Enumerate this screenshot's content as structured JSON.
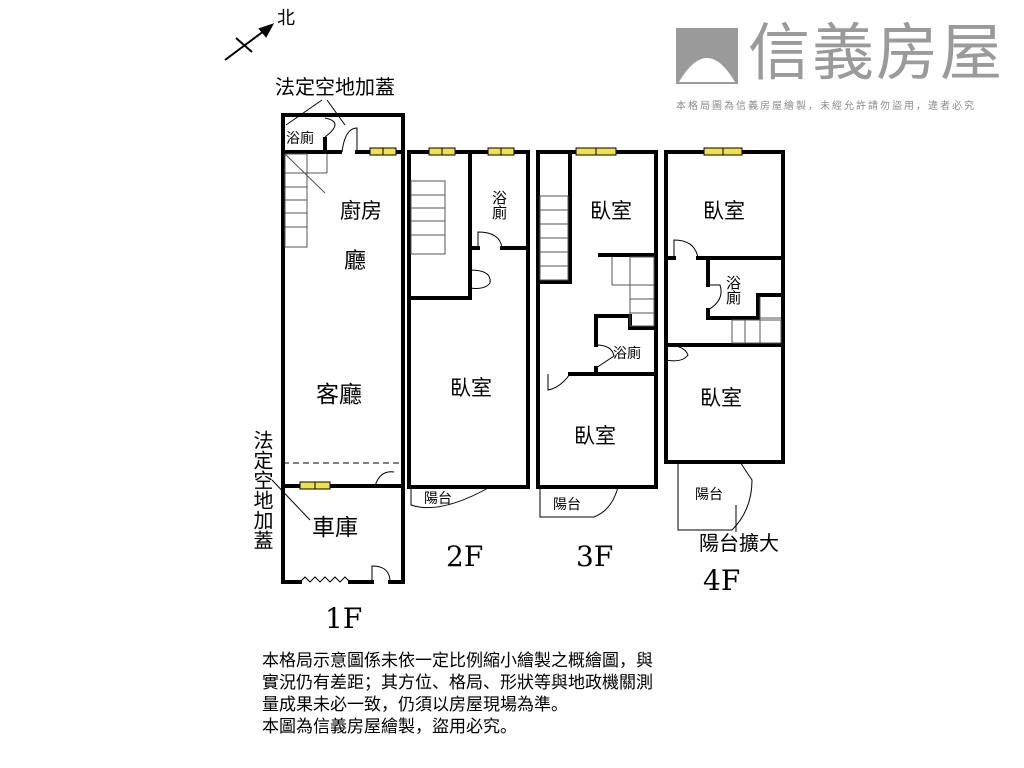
{
  "compass": {
    "label": "北"
  },
  "watermark": {
    "brand": "信義房屋",
    "notice": "本格局圖為信義房屋繪製，未經允許請勿盜用，違者必究"
  },
  "floors": {
    "f1": {
      "name": "1F",
      "rooms": {
        "annex_top": "法定空地加蓋",
        "bath": "浴廁",
        "kitchen": "廚房",
        "hall": "廳",
        "living": "客廳",
        "garage": "車庫",
        "annex_side": "法定空地加蓋"
      }
    },
    "f2": {
      "name": "2F",
      "rooms": {
        "bath": "浴廁",
        "bedroom": "臥室",
        "balcony": "陽台"
      }
    },
    "f3": {
      "name": "3F",
      "rooms": {
        "bedroom1": "臥室",
        "bath": "浴廁",
        "bedroom2": "臥室",
        "balcony": "陽台"
      }
    },
    "f4": {
      "name": "4F",
      "rooms": {
        "bedroom1": "臥室",
        "bath": "浴廁",
        "bedroom2": "臥室",
        "balcony": "陽台",
        "balcony_ext": "陽台擴大"
      }
    }
  },
  "notes": [
    "本格局示意圖係未依一定比例縮小繪製之概繪圖，與",
    "實況仍有差距；其方位、格局、形狀等與地政機關測",
    "量成果未必一致，仍須以房屋現場為準。",
    "本圖為信義房屋繪製，盜用必究。"
  ],
  "colors": {
    "wall": "#000000",
    "window": "#f0e14a",
    "watermark": "#8a8a8a"
  }
}
